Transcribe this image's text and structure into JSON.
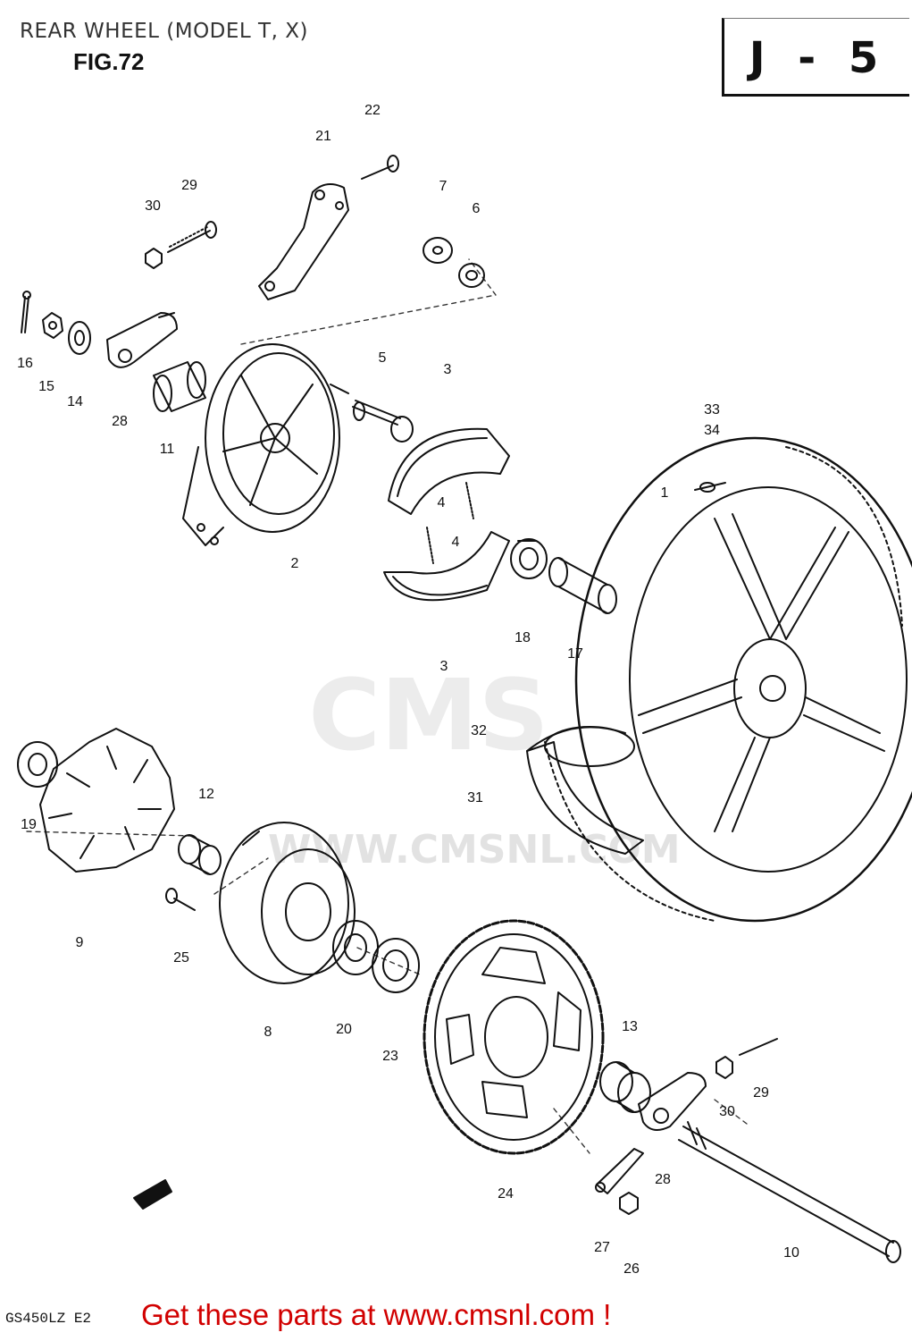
{
  "header": {
    "title": "REAR WHEEL (MODEL T, X)",
    "figure": "FIG.72",
    "section_code": "J - 5"
  },
  "footer": {
    "model_code": "GS450LZ E2",
    "cta": "Get these parts at www.cmsnl.com !"
  },
  "watermark": {
    "brand": "CMS",
    "url": "WWW.CMSNL.COM"
  },
  "callouts": [
    {
      "id": "c22",
      "label": "22"
    },
    {
      "id": "c21",
      "label": "21"
    },
    {
      "id": "c29a",
      "label": "29"
    },
    {
      "id": "c30a",
      "label": "30"
    },
    {
      "id": "c7",
      "label": "7"
    },
    {
      "id": "c6",
      "label": "6"
    },
    {
      "id": "c16",
      "label": "16"
    },
    {
      "id": "c15",
      "label": "15"
    },
    {
      "id": "c14",
      "label": "14"
    },
    {
      "id": "c28a",
      "label": "28"
    },
    {
      "id": "c11",
      "label": "11"
    },
    {
      "id": "c5",
      "label": "5"
    },
    {
      "id": "c3a",
      "label": "3"
    },
    {
      "id": "c4a",
      "label": "4"
    },
    {
      "id": "c4b",
      "label": "4"
    },
    {
      "id": "c3b",
      "label": "3"
    },
    {
      "id": "c2",
      "label": "2"
    },
    {
      "id": "c18",
      "label": "18"
    },
    {
      "id": "c17",
      "label": "17"
    },
    {
      "id": "c1",
      "label": "1"
    },
    {
      "id": "c33",
      "label": "33"
    },
    {
      "id": "c34",
      "label": "34"
    },
    {
      "id": "c32",
      "label": "32"
    },
    {
      "id": "c31",
      "label": "31"
    },
    {
      "id": "c19",
      "label": "19"
    },
    {
      "id": "c12",
      "label": "12"
    },
    {
      "id": "c9",
      "label": "9"
    },
    {
      "id": "c25",
      "label": "25"
    },
    {
      "id": "c8",
      "label": "8"
    },
    {
      "id": "c20",
      "label": "20"
    },
    {
      "id": "c23",
      "label": "23"
    },
    {
      "id": "c13",
      "label": "13"
    },
    {
      "id": "c29b",
      "label": "29"
    },
    {
      "id": "c30b",
      "label": "30"
    },
    {
      "id": "c24",
      "label": "24"
    },
    {
      "id": "c28b",
      "label": "28"
    },
    {
      "id": "c27",
      "label": "27"
    },
    {
      "id": "c26",
      "label": "26"
    },
    {
      "id": "c10",
      "label": "10"
    }
  ]
}
